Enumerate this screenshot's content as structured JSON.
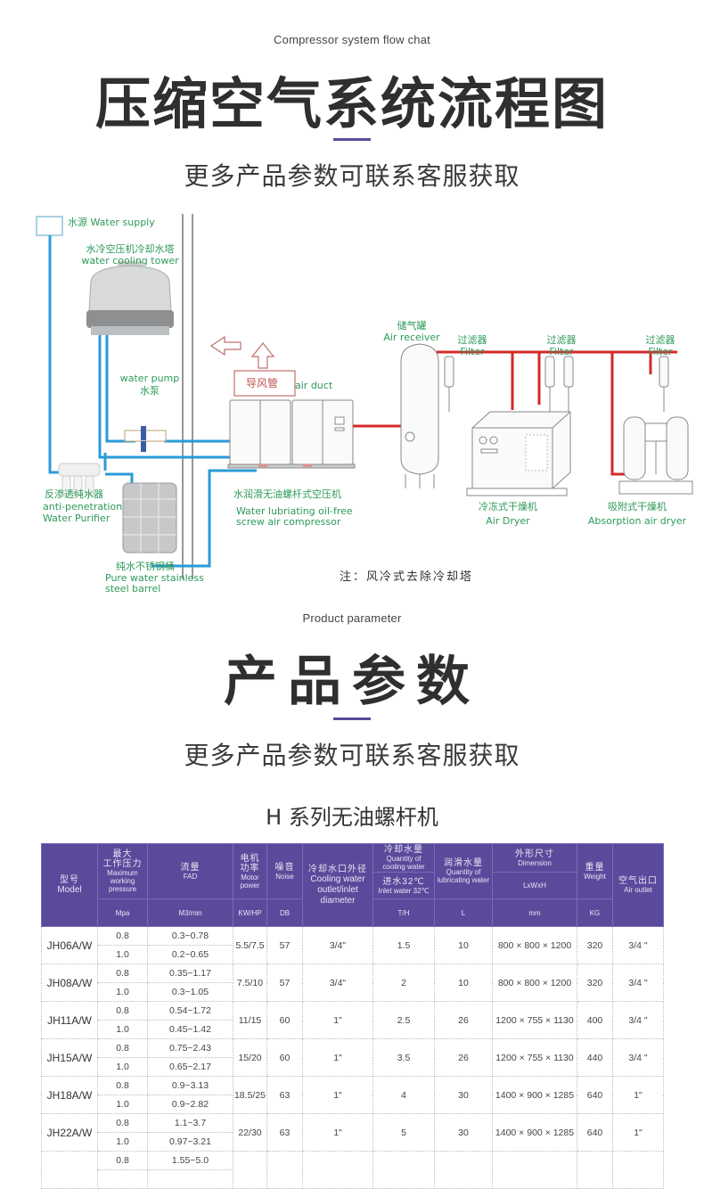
{
  "section1": {
    "en_title": "Compressor system flow chat",
    "title": "压缩空气系统流程图",
    "subtitle": "更多产品参数可联系客服获取"
  },
  "diagram": {
    "labels": {
      "water_supply": "水源 Water supply",
      "cooling_tower_cn": "水冷空压机冷却水塔",
      "cooling_tower_en": "water cooling tower",
      "water_pump_en": "water pump",
      "water_pump_cn": "水泵",
      "air_duct_box": "导风管",
      "air_duct": "air duct",
      "purifier_cn": "反渗透纯水器",
      "purifier_en1": "anti-penetration",
      "purifier_en2": "Water Purifier",
      "barrel_cn": "纯水不锈钢桶",
      "barrel_en1": "Pure water stainless",
      "barrel_en2": "steel barrel",
      "compressor_cn": "水润滑无油螺杆式空压机",
      "compressor_en1": "Water lubriating oil-free",
      "compressor_en2": "screw air compressor",
      "receiver_cn": "储气罐",
      "receiver_en": "Air receiver",
      "filter_cn": "过滤器",
      "filter_en": "Filter",
      "air_dryer_cn": "冷冻式干燥机",
      "air_dryer_en": "Air Dryer",
      "abs_dryer_cn": "吸附式干燥机",
      "abs_dryer_en": "Absorption air dryer"
    },
    "note": "注：风冷式去除冷却塔",
    "colors": {
      "water_pipe": "#2a9bd6",
      "air_pipe": "#d32a2a",
      "label": "#2d9a5a"
    }
  },
  "section2": {
    "en_title": "Product parameter",
    "title": "产品参数",
    "subtitle": "更多产品参数可联系客服获取",
    "table_title": "H 系列无油螺杆机"
  },
  "table": {
    "header_color": "#5b4a9b",
    "headers": {
      "model_cn": "型号",
      "model_en": "Model",
      "pressure_cn1": "最大",
      "pressure_cn2": "工作压力",
      "pressure_en": "Maximum working pressure",
      "pressure_unit": "Mpa",
      "fad_cn": "流量",
      "fad_en": "FAD",
      "fad_unit": "M3/min",
      "power_cn1": "电机",
      "power_cn2": "功率",
      "power_en": "Motor power",
      "power_unit": "KW/HP",
      "noise_cn": "噪音",
      "noise_en": "Noise",
      "noise_unit": "DB",
      "cooling_dia_cn": "冷却水口外径",
      "cooling_dia_en": "Cooling water outlet/inlet diameter",
      "cooling_qty_cn": "冷却水量",
      "cooling_qty_en": "Quantity of cooling water",
      "inlet_cn": "进水32℃",
      "inlet_en": "Inlet water 32℃",
      "cooling_qty_unit": "T/H",
      "lube_cn": "润滑水量",
      "lube_en": "Quantity of lubricating water",
      "lube_unit": "L",
      "dim_cn": "外形尺寸",
      "dim_en": "Dimension",
      "dim_sub": "LxWxH",
      "dim_unit": "mm",
      "weight_cn": "重量",
      "weight_en": "Weight",
      "weight_unit": "KG",
      "outlet_cn": "空气出口",
      "outlet_en": "Air outlet"
    },
    "rows": [
      {
        "model": "JH06A/W",
        "p1": "0.8",
        "f1": "0.3~0.78",
        "p2": "1.0",
        "f2": "0.2~0.65",
        "power": "5.5/7.5",
        "noise": "57",
        "dia": "3/4\"",
        "qty": "1.5",
        "lube": "10",
        "dim": "800 × 800 × 1200",
        "weight": "320",
        "outlet": "3/4 \""
      },
      {
        "model": "JH08A/W",
        "p1": "0.8",
        "f1": "0.35~1.17",
        "p2": "1.0",
        "f2": "0.3~1.05",
        "power": "7.5/10",
        "noise": "57",
        "dia": "3/4\"",
        "qty": "2",
        "lube": "10",
        "dim": "800 × 800 × 1200",
        "weight": "320",
        "outlet": "3/4 \""
      },
      {
        "model": "JH11A/W",
        "p1": "0.8",
        "f1": "0.54~1.72",
        "p2": "1.0",
        "f2": "0.45~1.42",
        "power": "11/15",
        "noise": "60",
        "dia": "1\"",
        "qty": "2.5",
        "lube": "26",
        "dim": "1200 × 755 × 1130",
        "weight": "400",
        "outlet": "3/4 \""
      },
      {
        "model": "JH15A/W",
        "p1": "0.8",
        "f1": "0.75~2.43",
        "p2": "1.0",
        "f2": "0.65~2.17",
        "power": "15/20",
        "noise": "60",
        "dia": "1\"",
        "qty": "3.5",
        "lube": "26",
        "dim": "1200 × 755 × 1130",
        "weight": "440",
        "outlet": "3/4 \""
      },
      {
        "model": "JH18A/W",
        "p1": "0.8",
        "f1": "0.9~3.13",
        "p2": "1.0",
        "f2": "0.9~2.82",
        "power": "18.5/25",
        "noise": "63",
        "dia": "1\"",
        "qty": "4",
        "lube": "30",
        "dim": "1400 × 900 × 1285",
        "weight": "640",
        "outlet": "1\""
      },
      {
        "model": "JH22A/W",
        "p1": "0.8",
        "f1": "1.1~3.7",
        "p2": "1.0",
        "f2": "0.97~3.21",
        "power": "22/30",
        "noise": "63",
        "dia": "1\"",
        "qty": "5",
        "lube": "30",
        "dim": "1400 × 900 × 1285",
        "weight": "640",
        "outlet": "1\""
      },
      {
        "model": "",
        "p1": "0.8",
        "f1": "1.55~5.0",
        "p2": "",
        "f2": "",
        "power": "",
        "noise": "",
        "dia": "",
        "qty": "",
        "lube": "",
        "dim": "",
        "weight": "",
        "outlet": ""
      }
    ]
  }
}
